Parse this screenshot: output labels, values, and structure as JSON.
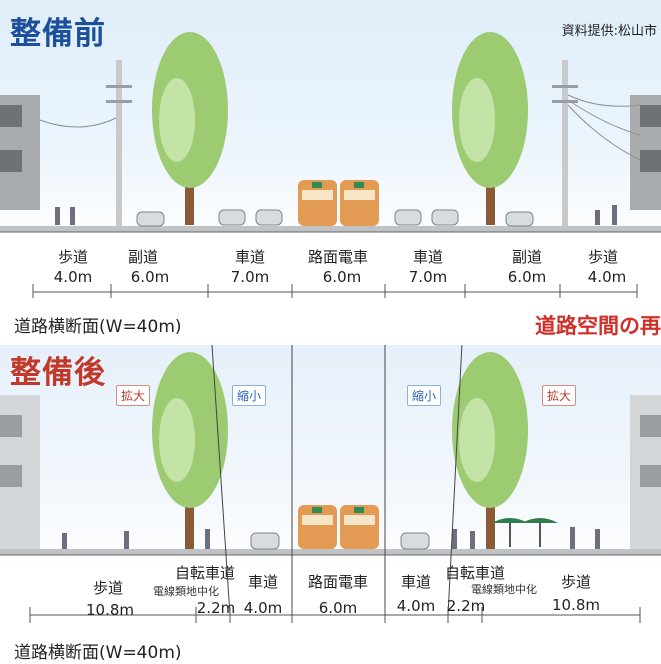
{
  "before": {
    "title": "整備前",
    "credit": "資料提供:松山市",
    "caption": "道路横断面(W=40m)",
    "headline": "道路空間の再",
    "zones": [
      {
        "name": "歩道",
        "width": "4.0m"
      },
      {
        "name": "副道",
        "width": "6.0m"
      },
      {
        "name": "車道",
        "width": "7.0m"
      },
      {
        "name": "路面電車",
        "width": "6.0m"
      },
      {
        "name": "車道",
        "width": "7.0m"
      },
      {
        "name": "副道",
        "width": "6.0m"
      },
      {
        "name": "歩道",
        "width": "4.0m"
      }
    ]
  },
  "after": {
    "title": "整備後",
    "caption": "道路横断面(W=40m)",
    "tags": {
      "expand_left": "拡大",
      "shrink_left": "縮小",
      "shrink_right": "縮小",
      "expand_right": "拡大"
    },
    "utility_note": "電線類地中化",
    "zones": [
      {
        "name": "歩道",
        "width": "10.8m"
      },
      {
        "name": "自転車道",
        "width": "2.2m"
      },
      {
        "name": "車道",
        "width": "4.0m"
      },
      {
        "name": "路面電車",
        "width": "6.0m"
      },
      {
        "name": "車道",
        "width": "4.0m"
      },
      {
        "name": "自転車道",
        "width": "2.2m"
      },
      {
        "name": "歩道",
        "width": "10.8m"
      }
    ]
  },
  "colors": {
    "before_title": "#1c4f9c",
    "after_title": "#c0392b",
    "tram": "#e39a52",
    "tree": "#9ccb72"
  }
}
